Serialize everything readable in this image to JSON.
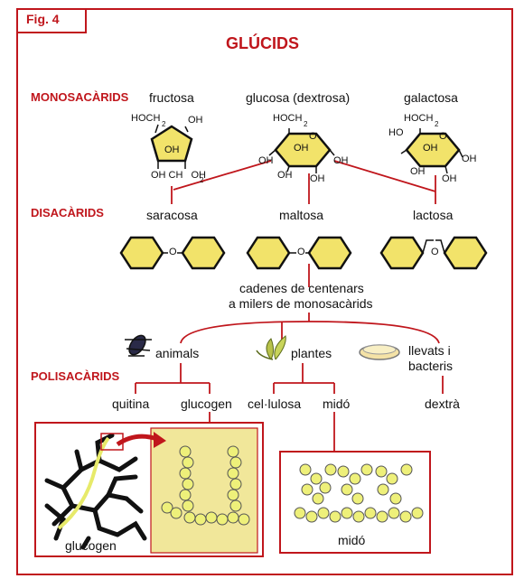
{
  "figure_label": "Fig. 4",
  "title": "GLÚCIDS",
  "sections": {
    "monosaccharides": "MONOSACÀRIDS",
    "disaccharides": "DISACÀRIDS",
    "polysaccharides": "POLISACÀRIDS"
  },
  "monosaccharides": {
    "fructose": "fructosa",
    "glucose": "glucosa (dextrosa)",
    "galactose": "galactosa"
  },
  "disaccharides": {
    "sucrose": "saracosa",
    "maltose": "maltosa",
    "lactose": "lactosa"
  },
  "chain_note": {
    "line1": "cadenes de centenars",
    "line2": "a milers de monosacàrids"
  },
  "groups": {
    "animals": "animals",
    "plants": "plantes",
    "yeasts_line1": "llevats i",
    "yeasts_line2": "bacteris"
  },
  "polysaccharides": {
    "chitin": "quitina",
    "glycogen": "glucogen",
    "cellulose": "cel·lulosa",
    "starch": "midó",
    "dextran": "dextrà"
  },
  "panels": {
    "glycogen_caption": "glucogen",
    "starch_caption": "midó"
  },
  "chem": {
    "hoch": "HOCH",
    "sub2": "2",
    "oh": "OH",
    "ho": "HO",
    "o": "O",
    "ohch": "OH CH",
    "oh_end": "OH"
  },
  "colors": {
    "accent_red": "#c0161c",
    "ring_fill": "#f2e36a",
    "panel_fill": "#f1e79a",
    "bead_fill": "#eef07a"
  }
}
